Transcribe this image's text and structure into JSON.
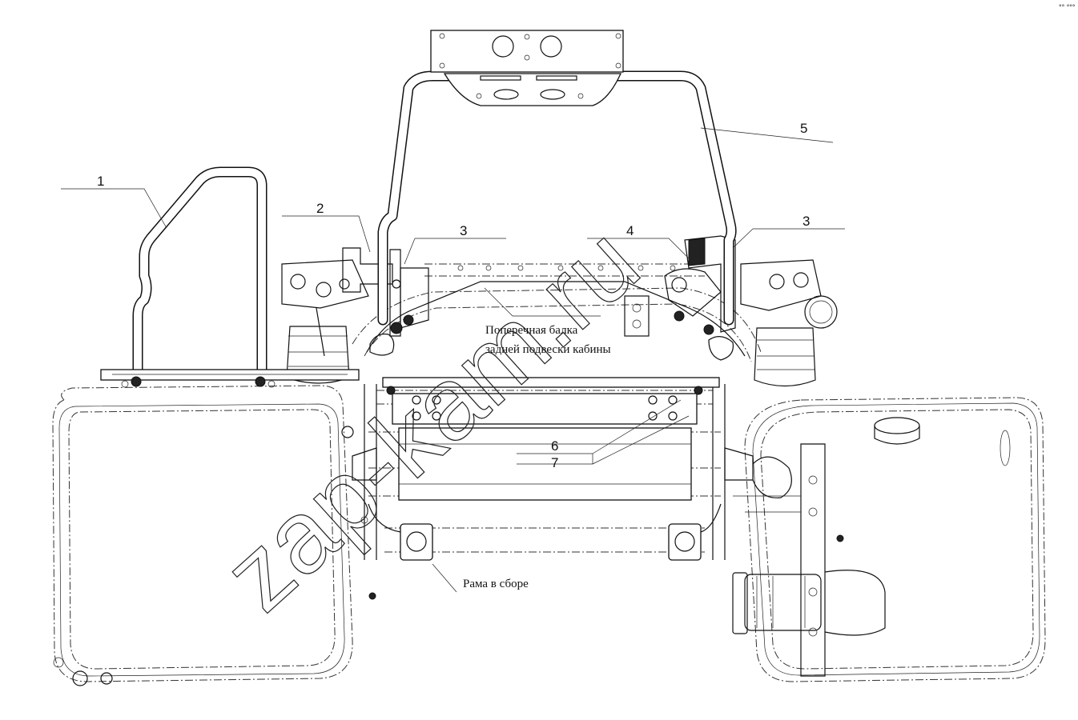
{
  "callouts": {
    "c1": "1",
    "c2": "2",
    "c3a": "3",
    "c3b": "3",
    "c4": "4",
    "c5": "5",
    "c6": "6",
    "c7": "7"
  },
  "captions": {
    "crossbeam_line1": "Поперечная балка",
    "crossbeam_line2": "задней подвески кабины",
    "frame": "Рама в сборе"
  },
  "watermark": "zap-kam.ru",
  "corner_mark": "°° °°°"
}
